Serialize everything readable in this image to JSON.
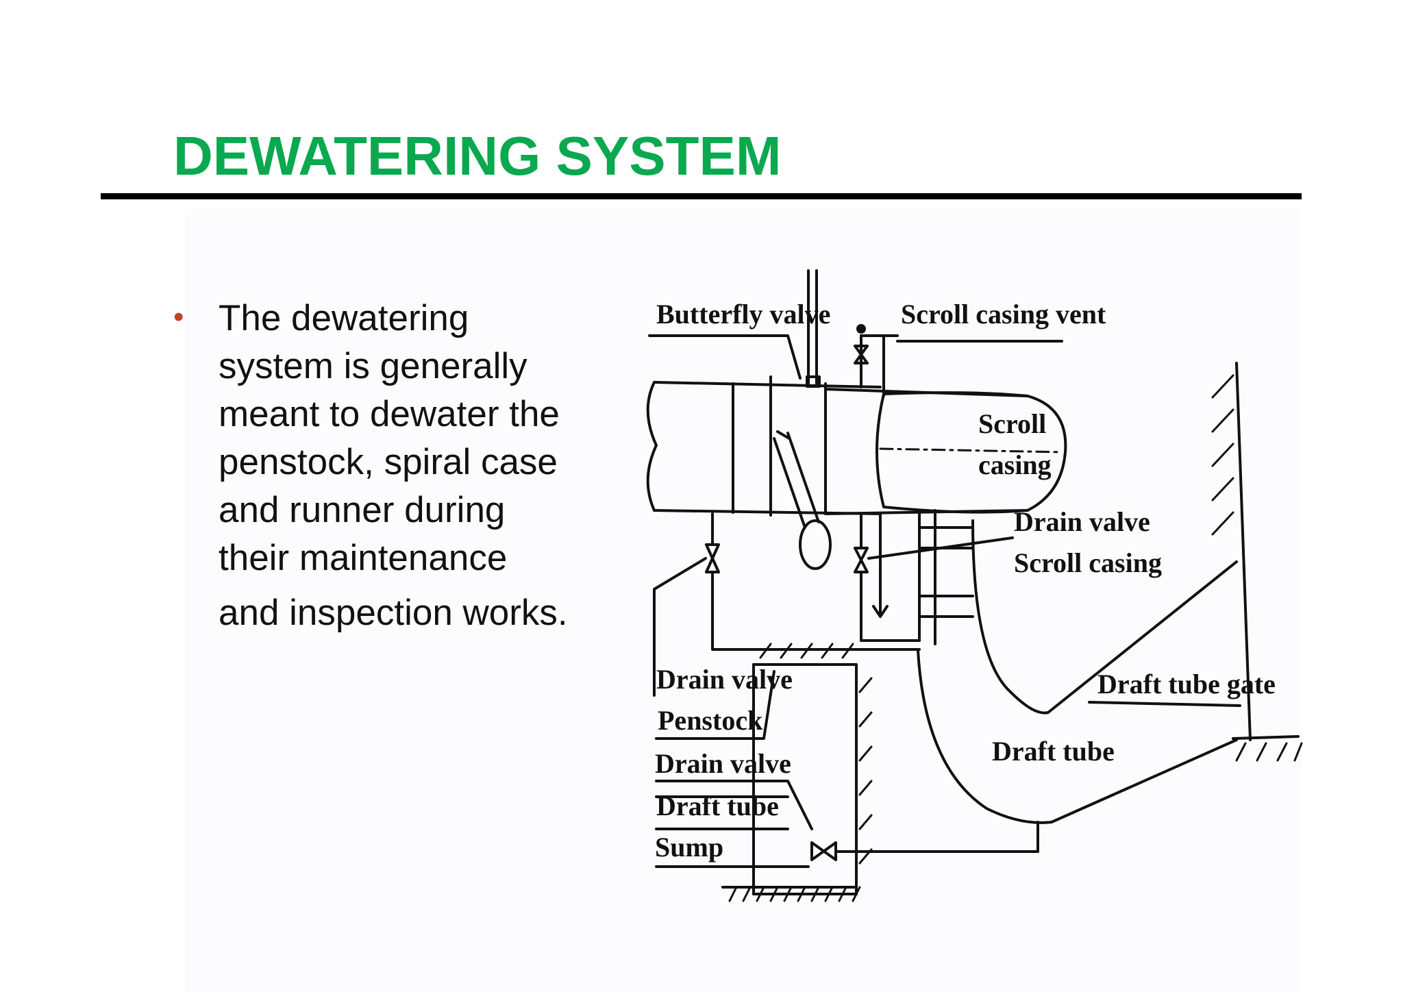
{
  "slide": {
    "title": "DEWATERING SYSTEM",
    "title_color": "#0aa84f",
    "bullet_color": "#c0451f",
    "bullet": {
      "lines": [
        "The dewatering",
        "system is generally",
        "meant to dewater the",
        "penstock, spiral case",
        "and runner during",
        "their maintenance",
        "and inspection works."
      ]
    }
  },
  "diagram": {
    "labels": {
      "butterfly_valve": "Butterfly valve",
      "scroll_casing_vent": "Scroll casing  vent",
      "scroll_casing_1": "Scroll",
      "scroll_casing_2": "casing",
      "drain_valve_scroll_1": "Drain valve",
      "drain_valve_scroll_2": "Scroll casing",
      "drain_valve_penstock_1": "Drain valve",
      "drain_valve_penstock_2": "Penstock",
      "drain_valve_draft_1": "Drain valve",
      "drain_valve_draft_2": "Draft tube",
      "sump": "Sump",
      "draft_tube": "Draft tube",
      "draft_tube_gate": "Draft tube gate"
    }
  }
}
